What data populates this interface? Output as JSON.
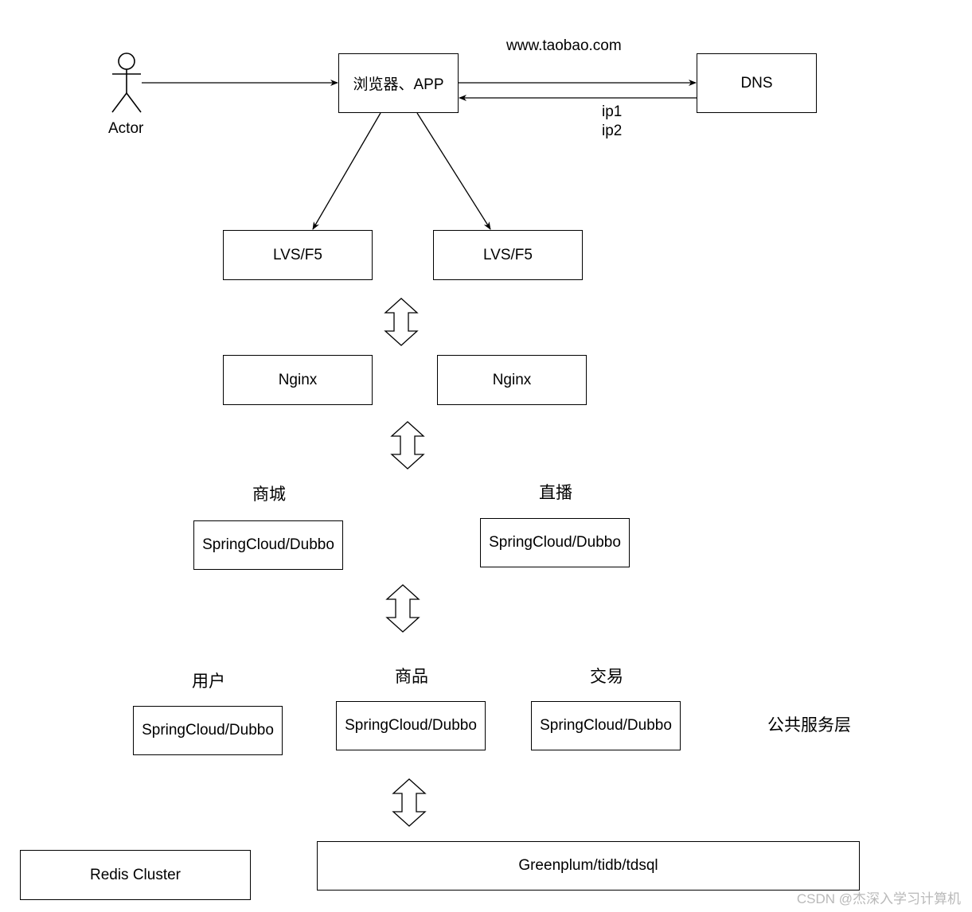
{
  "actor": {
    "label": "Actor"
  },
  "client": {
    "label": "浏览器、APP"
  },
  "dns": {
    "label": "DNS",
    "domain": "www.taobao.com",
    "ips": [
      "ip1",
      "ip2"
    ]
  },
  "lvs": [
    "LVS/F5",
    "LVS/F5"
  ],
  "nginx": [
    "Nginx",
    "Nginx"
  ],
  "business_groups": [
    {
      "title": "商城",
      "service": "SpringCloud/Dubbo"
    },
    {
      "title": "直播",
      "service": "SpringCloud/Dubbo"
    }
  ],
  "common_services": [
    {
      "title": "用户",
      "service": "SpringCloud/Dubbo"
    },
    {
      "title": "商品",
      "service": "SpringCloud/Dubbo"
    },
    {
      "title": "交易",
      "service": "SpringCloud/Dubbo"
    }
  ],
  "common_layer_label": "公共服务层",
  "storage": {
    "cache": "Redis Cluster",
    "database": "Greenplum/tidb/tdsql"
  },
  "watermark": "CSDN @杰深入学习计算机"
}
